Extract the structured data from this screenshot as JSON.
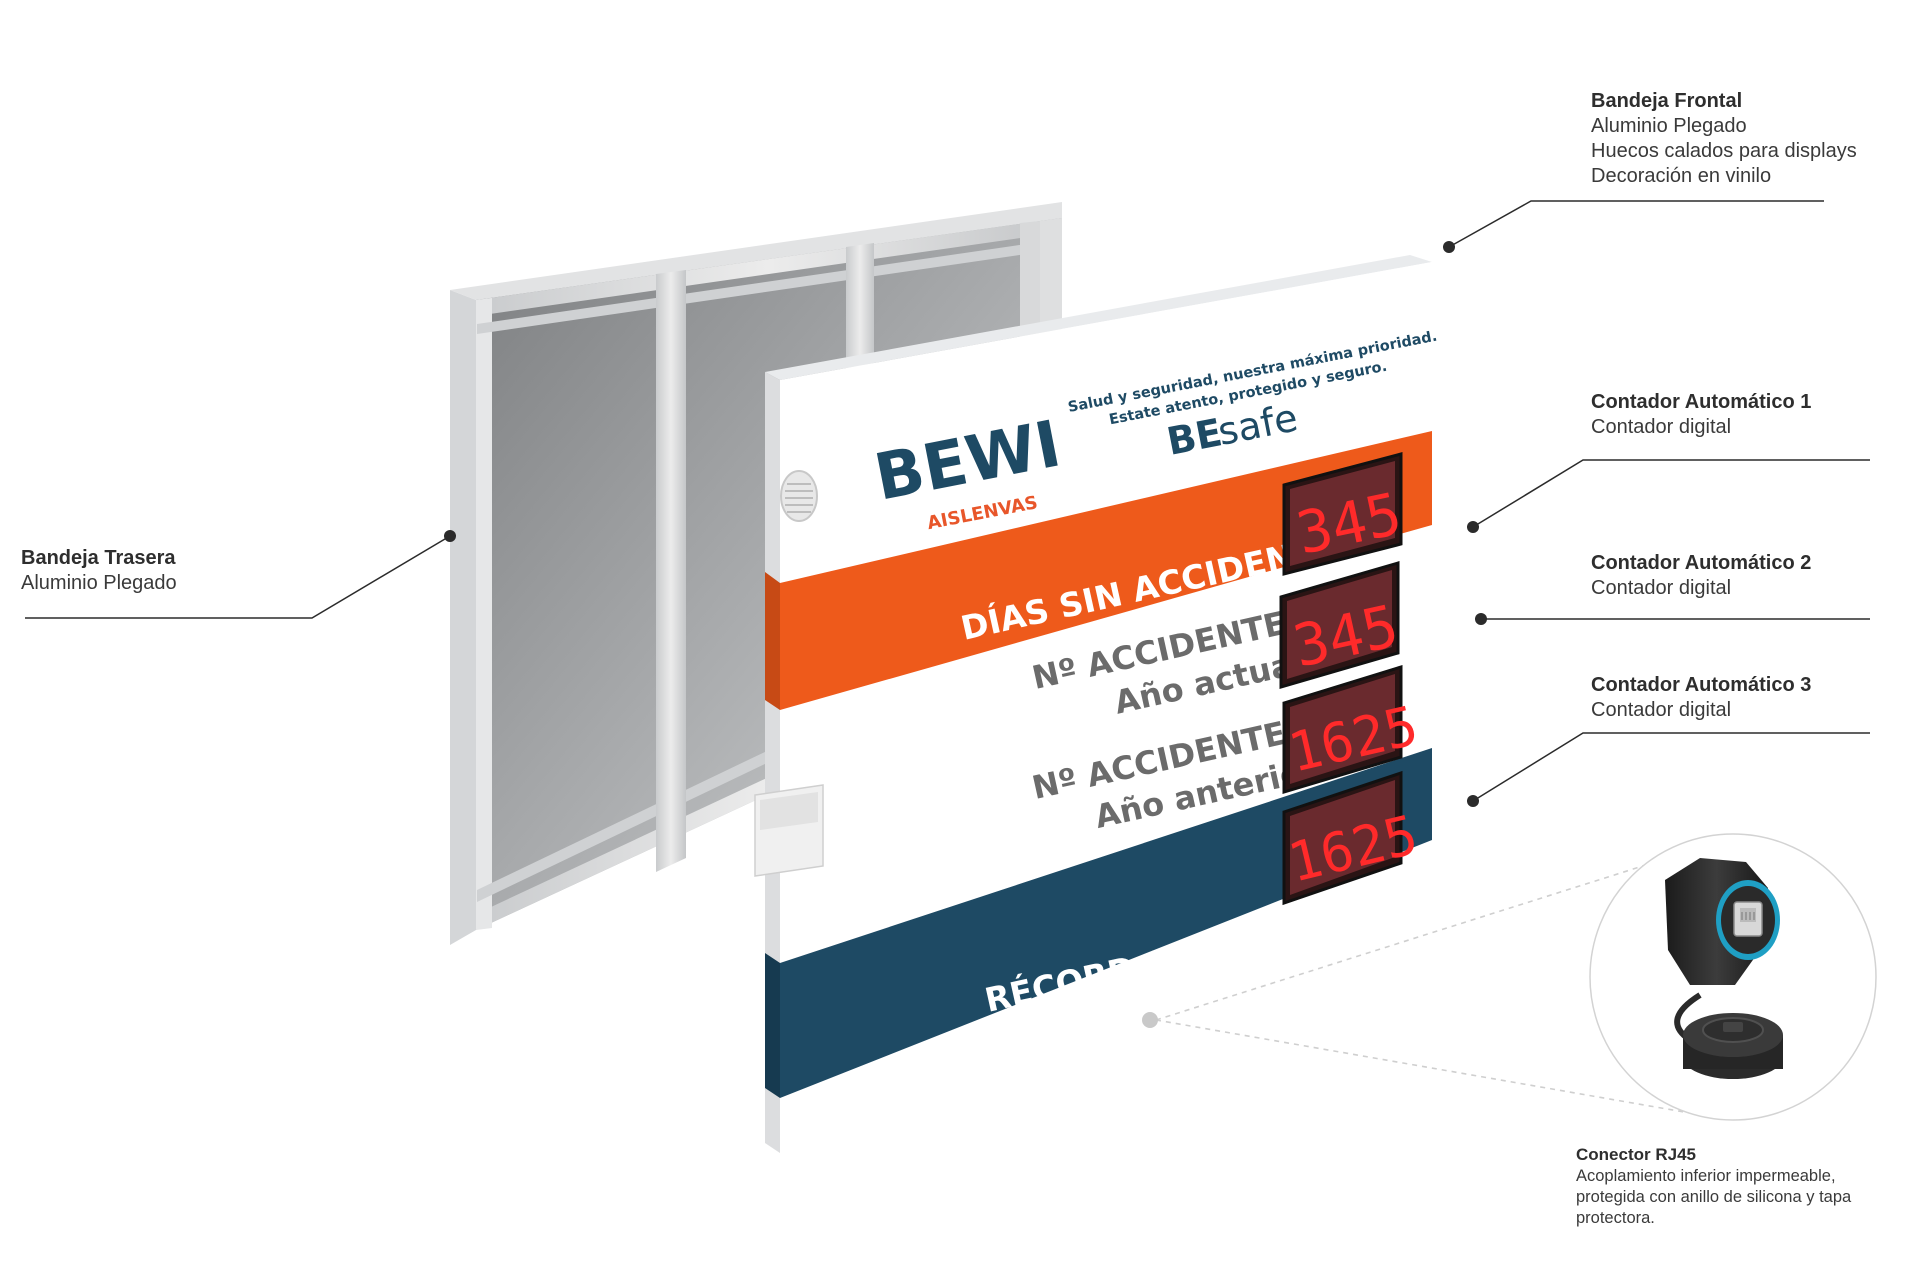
{
  "sign": {
    "brand": "BEWI",
    "sub_brand": "AISLENVAS",
    "slogan_line1": "Salud y seguridad, nuestra máxima prioridad.",
    "slogan_line2": "Estate atento, protegido y seguro.",
    "besafe_be": "BE",
    "besafe_safe": "safe",
    "row1_label": "DÍAS SIN ACCIDENTES",
    "row2_label_1": "Nº ACCIDENTES",
    "row2_label_2": "Año actual",
    "row3_label_1": "Nº ACCIDENTES",
    "row3_label_2": "Año anterior",
    "row4_label": "RÉCORD A SUPERAR",
    "display1": "345",
    "display2": "345",
    "display3": "1625",
    "display4": "1625",
    "colors": {
      "orange": "#ee5a1b",
      "navy": "#1e4a64",
      "led": "#ff2a2a",
      "gray_text": "#6b6b6b"
    }
  },
  "callouts": {
    "frontal": {
      "title": "Bandeja Frontal",
      "lines": [
        "Aluminio Plegado",
        "Huecos calados para displays",
        "Decoración en vinilo"
      ]
    },
    "contador1": {
      "title": "Contador Automático 1",
      "lines": [
        "Contador digital"
      ]
    },
    "contador2": {
      "title": "Contador Automático 2",
      "lines": [
        "Contador digital"
      ]
    },
    "contador3": {
      "title": "Contador Automático 3",
      "lines": [
        "Contador digital"
      ]
    },
    "trasera": {
      "title": "Bandeja Trasera",
      "lines": [
        "Aluminio Plegado"
      ]
    },
    "rj45": {
      "title": "Conector RJ45",
      "lines": [
        "Acoplamiento inferior impermeable,",
        "protegida con anillo de silicona y tapa",
        "protectora."
      ]
    }
  }
}
